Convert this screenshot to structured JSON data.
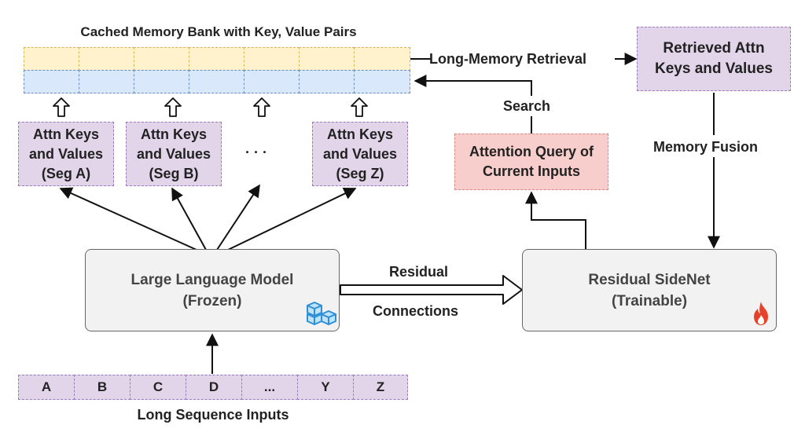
{
  "memory_bank": {
    "title": "Cached Memory Bank with Key, Value Pairs",
    "retrieval_label": "Long-Memory Retrieval"
  },
  "retrieved": {
    "text": "Retrieved Attn Keys and Values"
  },
  "segments": [
    {
      "text": "Attn Keys and Values (Seg A)"
    },
    {
      "text": "Attn Keys and Values (Seg B)"
    },
    {
      "text": "Attn Keys and Values (Seg Z)"
    }
  ],
  "ellipsis": "· · ·",
  "search_label": "Search",
  "query": {
    "text": "Attention Query of Current Inputs"
  },
  "memory_fusion_label": "Memory Fusion",
  "llm": {
    "line1": "Large Language Model",
    "line2": "(Frozen)",
    "icon": "frozen-cubes-icon"
  },
  "residual": {
    "line1": "Residual",
    "line2": "Connections"
  },
  "sidenet": {
    "line1": "Residual SideNet",
    "line2": "(Trainable)",
    "icon": "flame-icon"
  },
  "inputs": {
    "tokens": [
      "A",
      "B",
      "C",
      "D",
      "...",
      "Y",
      "Z"
    ],
    "caption": "Long Sequence Inputs"
  },
  "colors": {
    "purple_fill": "#e2d5ea",
    "purple_border": "#9b7ab8",
    "red_fill": "#f8cecc",
    "yellow_fill": "#fff2cc",
    "blue_fill": "#dae8fc",
    "grey_fill": "#f2f2f2",
    "flame": "#e8412a",
    "cube": "#3c9ee0"
  }
}
